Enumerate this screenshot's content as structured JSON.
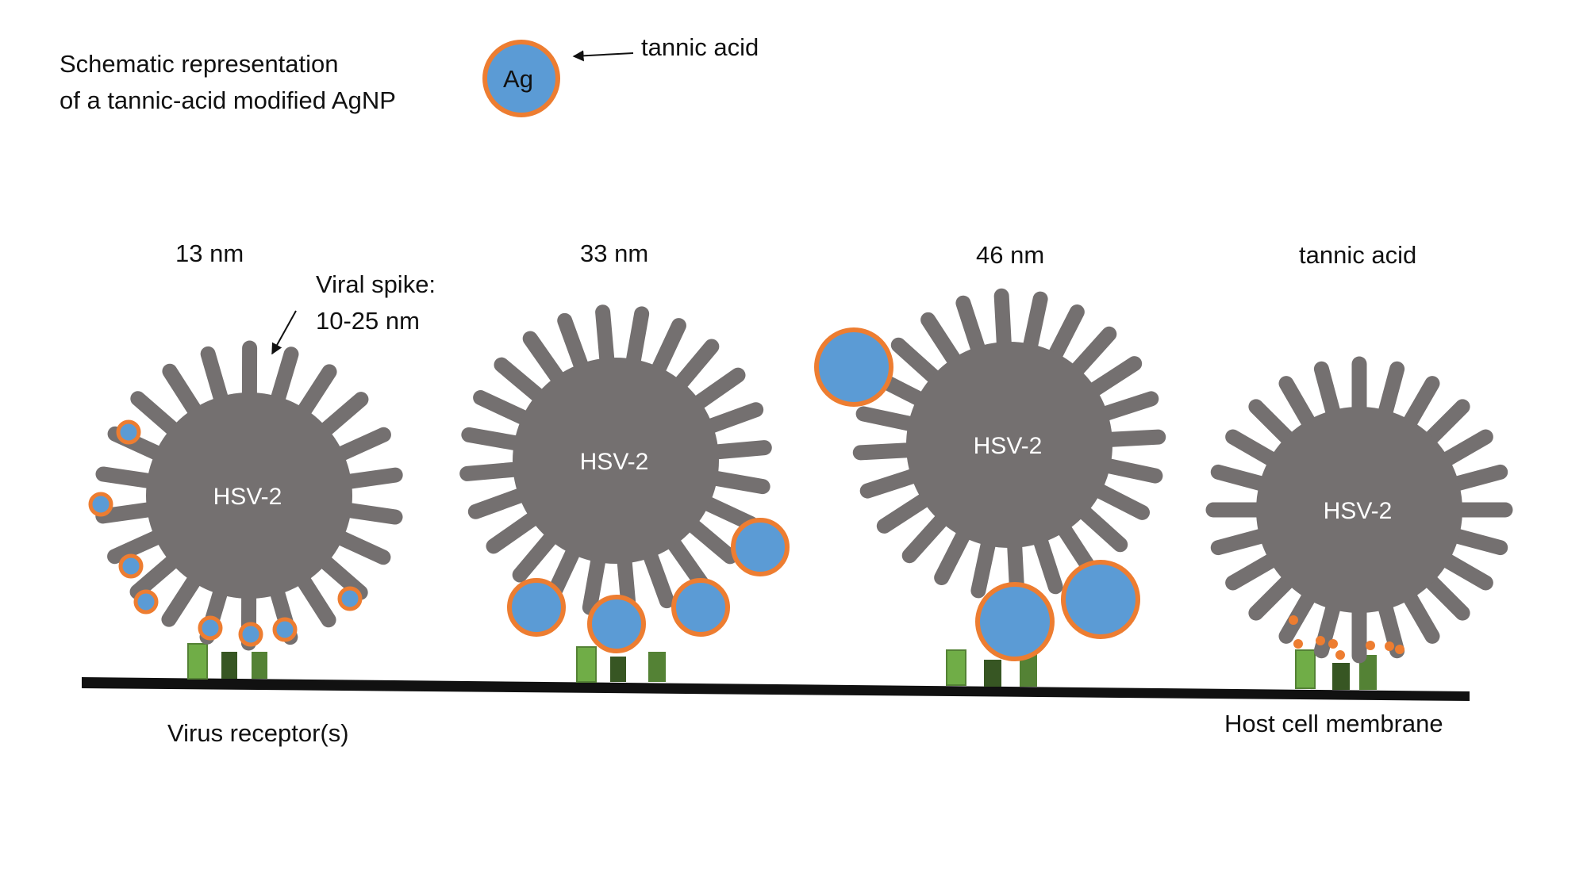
{
  "legend": {
    "line1": "Schematic representation",
    "line2": "of a tannic-acid modified AgNP",
    "particle_label": "Ag",
    "coating_label": "tannic acid"
  },
  "panels": [
    {
      "title": "13 nm",
      "virus_label": "HSV-2"
    },
    {
      "title": "33 nm",
      "virus_label": "HSV-2"
    },
    {
      "title": "46 nm",
      "virus_label": "HSV-2"
    },
    {
      "title": "tannic acid",
      "virus_label": "HSV-2"
    }
  ],
  "annotations": {
    "spike_line1": "Viral spike:",
    "spike_line2": "10-25 nm",
    "receptor": "Virus receptor(s)",
    "membrane": "Host cell membrane"
  },
  "colors": {
    "virus": "#747070",
    "silver": "#5b9bd5",
    "tannic_acid": "#ed7d31",
    "receptor_light": "#70ad47",
    "receptor_mid": "#548235",
    "receptor_dark": "#375623",
    "membrane": "#111111"
  }
}
